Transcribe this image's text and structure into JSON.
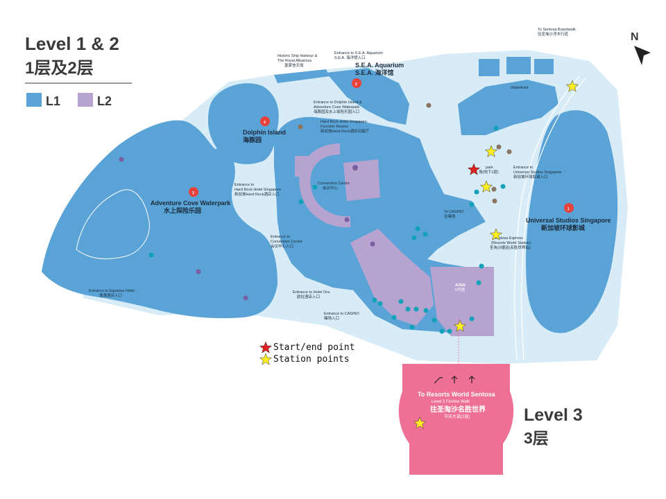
{
  "title": {
    "en": "Level 1 & 2",
    "cn": "1层及2层"
  },
  "legend": [
    {
      "label": "L1",
      "color": "#5aa3d6"
    },
    {
      "label": "L2",
      "color": "#b7a3cf"
    }
  ],
  "markers_legend": [
    {
      "label": "Start/end point",
      "color": "#e02020"
    },
    {
      "label": "Station points",
      "color": "#ffee22"
    }
  ],
  "north": "N",
  "level3": {
    "en": "Level 3",
    "cn": "3层"
  },
  "colors": {
    "water": "#d8ecf7",
    "l1": "#5aa3d6",
    "l2": "#b7a3cf",
    "l3": "#ef7095",
    "badge_red": "#e8423d",
    "badge_teal": "#13a1b9"
  },
  "attractions": [
    {
      "num": "1",
      "en": "Universal Studios Singapore",
      "cn": "新加坡环球影城"
    },
    {
      "num": "2",
      "en": "S.E.A. Aquarium",
      "cn": "S.E.A. 海洋馆"
    },
    {
      "num": "3",
      "en": "Adventure Cove Waterpark",
      "cn": "水上探险乐园"
    },
    {
      "num": "4",
      "en": "Dolphin Island",
      "cn": "海豚园"
    }
  ],
  "labels": {
    "boardwalk_en": "To Sentosa Boardwalk",
    "boardwalk_cn": "往圣淘沙浮木行道",
    "harbour_en1": "Historic Ship Harbour &",
    "harbour_en2": "The Royal Albatross",
    "harbour_cn": "皇家信天翁",
    "aquarium_entrance_en1": "Entrance to S.E.A. Aquarium",
    "aquarium_entrance_cn": "S.E.A. 海洋馆入口",
    "dolphin_entrance_en1": "Entrance to Dolphin Island &",
    "dolphin_entrance_en2": "Adventure Cove Waterpark",
    "dolphin_entrance_cn": "海豚园及水上探险乐园入口",
    "hardrock_rooms_en1": "Hard Rock Hotel Singapore",
    "hardrock_rooms_en2": "Function Rooms",
    "hardrock_rooms_cn": "新加坡Hard Rock酒店功能厅",
    "hardrock_entrance_en1": "Entrance to",
    "hardrock_entrance_en2": "Hard Rock Hotel Singapore",
    "hardrock_entrance_cn": "新加坡Hard Rock酒店入口",
    "convention_en": "Convention Centre",
    "convention_cn": "会议中心",
    "convention_entrance_en1": "Entrance to",
    "convention_entrance_en2": "Convention Centre",
    "convention_entrance_cn": "会议中心入口",
    "equarius_en": "Entrance to Equarius Hotel",
    "equarius_cn": "逸濠酒店入口",
    "ora_en": "Entrance to Hotel Ora",
    "ora_cn": "欧拉酒店入口",
    "casino_en": "Entrance to CASINO",
    "casino_cn": "赌场入口",
    "to_casino_en": "To CASINO",
    "to_casino_cn": "往赌场",
    "uss_entrance_en1": "Entrance to",
    "uss_entrance_en2": "Universal Studios Singapore",
    "uss_entrance_cn": "新加坡环球影城入口",
    "carpark_en": "park",
    "carpark_cn": "场(地下1层)",
    "waterfront": "Waterfront",
    "express_en1": "Sentosa Express",
    "express_en2": "(Resorts World Station)",
    "express_cn": "圣淘沙捷运(名胜世界站)",
    "aver_en": "AVER",
    "aver_cn": "6号馆",
    "rws_en": "To Resorts World Sentosa",
    "rws_sub": "Level 2 Festive Walk",
    "rws_cn": "往圣淘沙名胜世界",
    "rws_cn2": "节庆大道(2层)"
  }
}
